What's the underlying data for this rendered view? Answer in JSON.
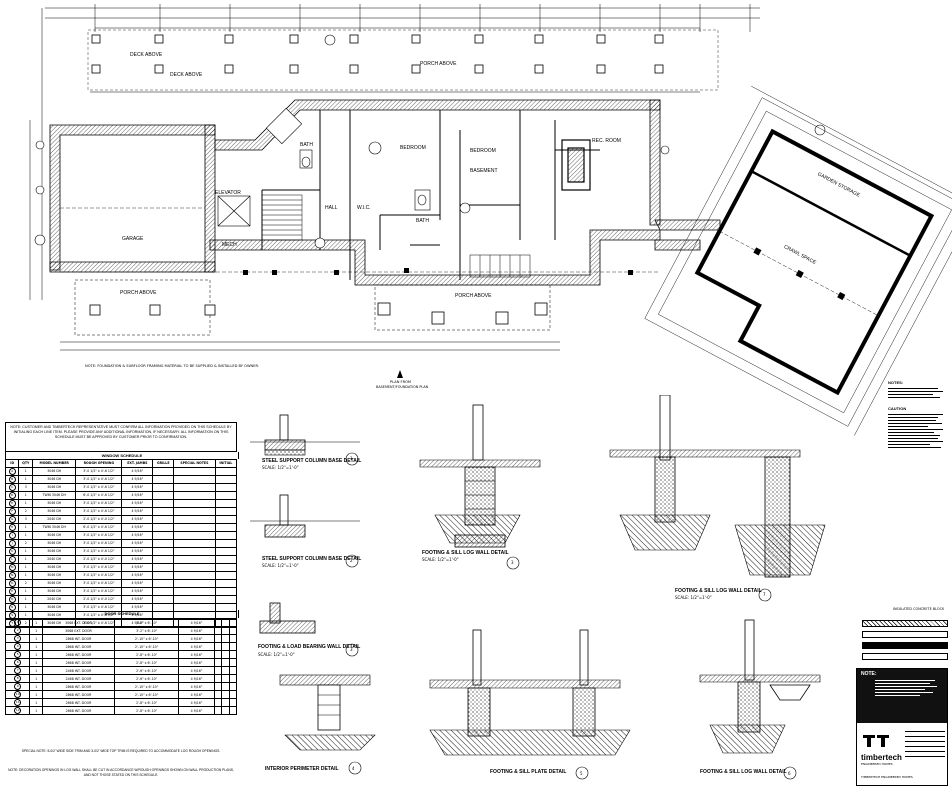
{
  "plan": {
    "title": "PLAN FROM",
    "subtitle": "BASEMENT/FOUNDATION PLAN",
    "foundation_note": "NOTE: FOUNDATION & SUBFLOOR FRAMING MATERIAL TO BE SUPPLIED & INSTALLED BY OWNER.",
    "rooms": {
      "deck_above": "DECK ABOVE",
      "porch_above_top": "PORCH ABOVE",
      "garage": "GARAGE",
      "bath": "BATH",
      "elevator": "ELEVATOR",
      "mech": "MECH",
      "bedroom": "BEDROOM",
      "bedroom2": "BEDROOM",
      "basement": "BASEMENT",
      "rec_room": "REC. ROOM",
      "hall": "HALL",
      "wic": "W.I.C.",
      "bath2": "BATH",
      "porch_above_left": "PORCH ABOVE",
      "porch_above_mid": "PORCH ABOVE",
      "garden_storage": "GARDEN STORAGE",
      "crawl_space": "CRAWL SPACE"
    }
  },
  "schedule": {
    "note": "NOTE: CUSTOMER AND TIMBERTECH REPRESENTATIVE MUST CONFIRM ALL INFORMATION PROVIDED ON THIS SCHEDULE BY INITIALING EACH LINE ITEM. PLEASE PROVIDE ANY ADDITIONAL INFORMATION, IF NECESSARY. ALL INFORMATION ON THIS SCHEDULE MUST BE APPROVED BY CUSTOMER PRIOR TO CONFIRMATION.",
    "window_title": "WINDOW SCHEDULE",
    "door_title": "DOOR SCHEDULE",
    "headers": [
      "ID",
      "QTY",
      "MODEL NUMBER",
      "ROUGH OPENING",
      "EXT. JAMBS",
      "GRILLE",
      "SPECIAL NOTES",
      "INITIAL"
    ],
    "window_rows": [
      [
        "A",
        "1",
        "3046 DH",
        "3'-0 1/2\" x 4'-6 1/2\"",
        "4 9/16\"",
        "",
        "",
        ""
      ],
      [
        "B",
        "1",
        "3046 DH",
        "3'-0 1/2\" x 4'-6 1/2\"",
        "4 9/16\"",
        "",
        "",
        ""
      ],
      [
        "C",
        "3",
        "3046 DH",
        "3'-0 1/2\" x 4'-6 1/2\"",
        "4 9/16\"",
        "",
        "",
        ""
      ],
      [
        "D",
        "1",
        "TWIN 3046 DH",
        "6'-0 1/2\" x 4'-6 1/2\"",
        "4 9/16\"",
        "",
        "",
        ""
      ],
      [
        "E",
        "1",
        "3046 DH",
        "3'-0 1/2\" x 4'-6 1/2\"",
        "4 9/16\"",
        "",
        "",
        ""
      ],
      [
        "F",
        "2",
        "3046 DH",
        "3'-0 1/2\" x 4'-6 1/2\"",
        "4 9/16\"",
        "",
        "",
        ""
      ],
      [
        "G",
        "3",
        "2040 DH",
        "2'-0 1/2\" x 4'-0 1/2\"",
        "4 9/16\"",
        "",
        "",
        ""
      ],
      [
        "H",
        "1",
        "TWIN 3046 DH",
        "6'-0 1/2\" x 4'-6 1/2\"",
        "4 9/16\"",
        "",
        "",
        ""
      ],
      [
        "I",
        "1",
        "3046 DH",
        "3'-0 1/2\" x 4'-6 1/2\"",
        "4 9/16\"",
        "",
        "",
        ""
      ],
      [
        "J",
        "2",
        "3046 DH",
        "3'-0 1/2\" x 4'-6 1/2\"",
        "4 9/16\"",
        "",
        "",
        ""
      ],
      [
        "K",
        "1",
        "3046 DH",
        "3'-0 1/2\" x 4'-6 1/2\"",
        "4 9/16\"",
        "",
        "",
        ""
      ],
      [
        "L",
        "1",
        "2040 DH",
        "2'-0 1/2\" x 4'-0 1/2\"",
        "4 9/16\"",
        "",
        "",
        ""
      ],
      [
        "M",
        "1",
        "3046 DH",
        "3'-0 1/2\" x 4'-6 1/2\"",
        "4 9/16\"",
        "",
        "",
        ""
      ],
      [
        "N",
        "1",
        "3046 DH",
        "3'-0 1/2\" x 4'-6 1/2\"",
        "4 9/16\"",
        "",
        "",
        ""
      ],
      [
        "O",
        "2",
        "3046 DH",
        "3'-0 1/2\" x 4'-6 1/2\"",
        "4 9/16\"",
        "",
        "",
        ""
      ],
      [
        "P",
        "1",
        "3046 DH",
        "3'-0 1/2\" x 4'-6 1/2\"",
        "4 9/16\"",
        "",
        "",
        ""
      ],
      [
        "Q",
        "1",
        "2040 DH",
        "2'-0 1/2\" x 4'-0 1/2\"",
        "4 9/16\"",
        "",
        "",
        ""
      ],
      [
        "R",
        "1",
        "3046 DH",
        "3'-0 1/2\" x 4'-6 1/2\"",
        "4 9/16\"",
        "",
        "",
        ""
      ],
      [
        "S",
        "1",
        "3046 DH",
        "3'-0 1/2\" x 4'-6 1/2\"",
        "4 9/16\"",
        "",
        "",
        ""
      ],
      [
        "T",
        "2",
        "3046 DH",
        "3'-0 1/2\" x 4'-6 1/2\"",
        "4 9/16\"",
        "",
        "",
        ""
      ]
    ],
    "door_rows": [
      [
        "1",
        "1",
        "3068 EXT. DOOR",
        "3'-2\" x 6'-10\"",
        "4 9/16\"",
        "",
        "",
        ""
      ],
      [
        "2",
        "1",
        "3068 EXT. DOOR",
        "3'-2\" x 6'-10\"",
        "4 9/16\"",
        "",
        "",
        ""
      ],
      [
        "3",
        "1",
        "2868 INT. DOOR",
        "2'-10\" x 6'-10\"",
        "4 9/16\"",
        "",
        "",
        ""
      ],
      [
        "4",
        "1",
        "2868 INT. DOOR",
        "2'-10\" x 6'-10\"",
        "4 9/16\"",
        "",
        "",
        ""
      ],
      [
        "5",
        "1",
        "2668 INT. DOOR",
        "2'-8\" x 6'-10\"",
        "4 9/16\"",
        "",
        "",
        ""
      ],
      [
        "6",
        "1",
        "2668 INT. DOOR",
        "2'-8\" x 6'-10\"",
        "4 9/16\"",
        "",
        "",
        ""
      ],
      [
        "7",
        "1",
        "2468 INT. DOOR",
        "2'-6\" x 6'-10\"",
        "4 9/16\"",
        "",
        "",
        ""
      ],
      [
        "8",
        "1",
        "2468 INT. DOOR",
        "2'-6\" x 6'-10\"",
        "4 9/16\"",
        "",
        "",
        ""
      ],
      [
        "9",
        "1",
        "2868 INT. DOOR",
        "2'-10\" x 6'-10\"",
        "4 9/16\"",
        "",
        "",
        ""
      ],
      [
        "10",
        "1",
        "2868 INT. DOOR",
        "2'-10\" x 6'-10\"",
        "4 9/16\"",
        "",
        "",
        ""
      ],
      [
        "11",
        "1",
        "2668 INT. DOOR",
        "2'-8\" x 6'-10\"",
        "4 9/16\"",
        "",
        "",
        ""
      ],
      [
        "12",
        "1",
        "2668 INT. DOOR",
        "2'-8\" x 6'-10\"",
        "4 9/16\"",
        "",
        "",
        ""
      ]
    ],
    "special_note": "SPECIAL NOTE: 5-0/2' WIDE SIDE TRIM AND 3-0/2' WIDE TOP TRIM IS REQUIRED TO ACCOMMODATE LOG ROUGH OPENINGS.",
    "bottom_note": "NOTE: DECORATION OPENINGS IN LOG WALL SHALL BE CUT IN ACCORDANCE W/ROUGH OPENINGS SHOWN ON WALL PRODUCTION PLANS, AND NOT THOSE STATED ON THIS SCHEDULE."
  },
  "details": [
    {
      "title": "STEEL SUPPORT COLUMN BASE DETAIL",
      "scale": "SCALE: 1/2\"=1'-0\"",
      "num": "1"
    },
    {
      "title": "STEEL SUPPORT COLUMN BASE DETAIL",
      "scale": "SCALE: 1/2\"=1'-0\"",
      "num": "2"
    },
    {
      "title": "FOOTING & LOAD BEARING WALL DETAIL",
      "scale": "SCALE: 1/2\"=1'-0\"",
      "num": "3"
    },
    {
      "title": "FOOTING & SILL LOG WALL DETAIL",
      "scale": "SCALE: 1/2\"=1'-0\"",
      "num": "3"
    },
    {
      "title": "FOOTING & SILL LOG WALL DETAIL",
      "scale": "SCALE: 1/2\"=1'-0\"",
      "num": "7"
    },
    {
      "title": "INTERIOR PERIMETER DETAIL",
      "scale": "",
      "num": "4"
    },
    {
      "title": "FOOTING & SILL PLATE DETAIL",
      "scale": "",
      "num": "5"
    },
    {
      "title": "FOOTING & SILL LOG WALL DETAIL",
      "scale": "",
      "num": "6"
    }
  ],
  "notes": {
    "title": "NOTES:",
    "caution": "CAUTION",
    "legend_title": "INSULATED CONCRETE BLOCK"
  },
  "titleblock": {
    "brand": "timbertech",
    "brand_sub": "ENGINEERED HOMES",
    "tagline": "TIMBERTECH ENGINEERED HOMES",
    "note_label": "NOTE:"
  },
  "colors": {
    "line": "#000000",
    "hatch": "#444444",
    "paper": "#ffffff"
  }
}
